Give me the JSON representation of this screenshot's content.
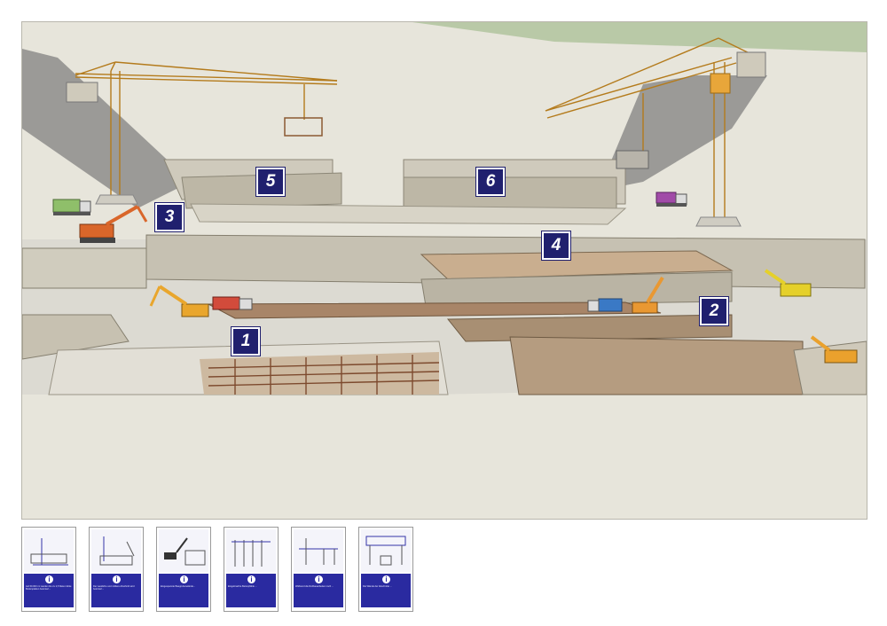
{
  "scene": {
    "labels": [
      "1",
      "2",
      "3",
      "4",
      "5",
      "6"
    ],
    "colors": {
      "background": "#e7e5db",
      "grass": "#b9c9a7",
      "shadow": "#9b9a97",
      "wall": "#cbc6b8",
      "wall_dark": "#a9a293",
      "brown_wall": "#a88f73",
      "rebar": "#7d4a2e",
      "crane": "#e8a63a",
      "badge": "#20206e"
    }
  },
  "cards": [
    {
      "text": "Auf 60.000 m² werden bis zu 2,5 Meter dicke Bodenplatten betoniert...",
      "icon": "info-icon"
    },
    {
      "text": "Der westliche und mittlere Abschnitt wird betoniert...",
      "icon": "info-icon"
    },
    {
      "text": "Eingespannte Baugrubenwände...",
      "icon": "info-icon"
    },
    {
      "text": "Eingebrachte Betonpfähle ...",
      "icon": "info-icon"
    },
    {
      "text": "Während die Rohbauarbeiten noch ...",
      "icon": "info-icon"
    },
    {
      "text": "Die Wände der Abschnitte ...",
      "icon": "info-icon"
    }
  ]
}
